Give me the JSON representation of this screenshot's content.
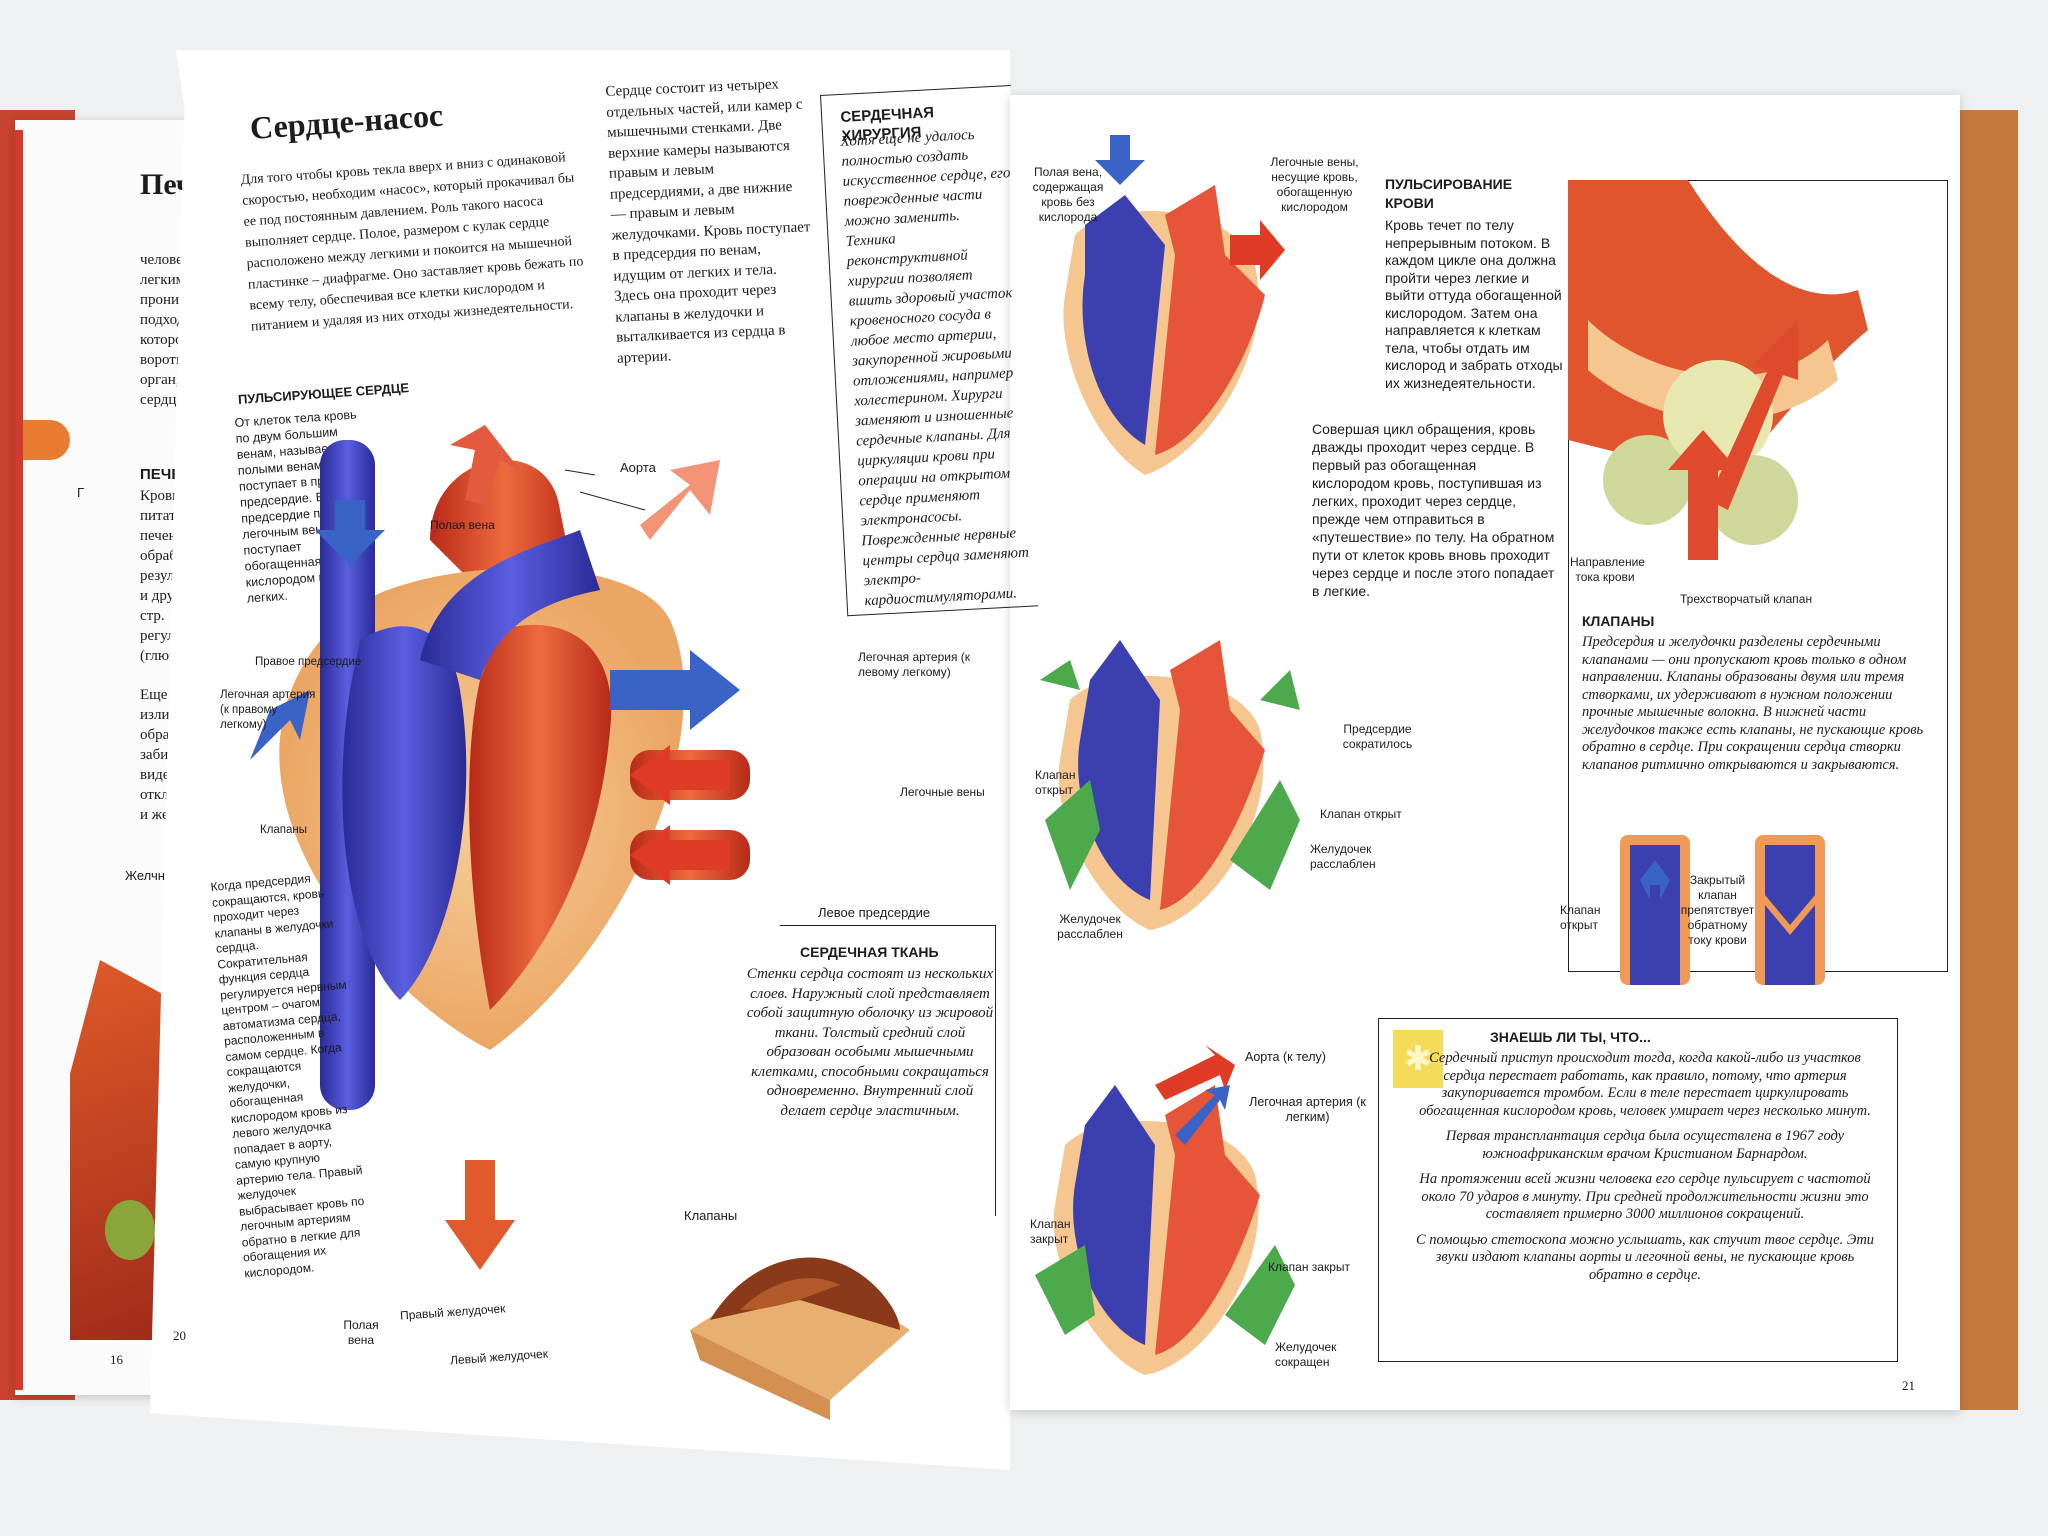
{
  "left_back": {
    "title": "Печень",
    "lines": [
      "Печень",
      "человеч",
      "легкими",
      "прониза",
      "подходи",
      "котором",
      "воротна",
      "орган, ч",
      "сердца"
    ],
    "sub_heading": "ПЕЧЕН",
    "sub_lines": [
      "Кровь",
      "питате",
      "печень",
      "обрабо",
      "резуль",
      "и друг",
      "стр.",
      "регул",
      "(глюко"
    ],
    "sub_lines2": [
      "Еще",
      "излиш",
      "обра",
      "забир",
      "виде",
      "откла",
      "и же"
    ],
    "bottom_label": "Желчн",
    "page_number": "16",
    "mid_letter": "Г"
  },
  "left_page": {
    "title": "Сердце-насос",
    "intro": "Для того чтобы кровь текла вверх и вниз с одинаковой скоростью, необходим «насос», который прокачивал бы ее под постоянным давлением. Роль такого насоса выполняет сердце. Полое, размером с кулак сердце расположено между легкими и покоится на мышечной пластинке – диафрагме. Оно заставляет кровь бежать по всему телу, обеспечивая все клетки кислородом и питанием и удаляя из них отходы жизнедеятельности.",
    "column2": "Сердце состоит из четырех отдельных частей, или камер с мышечными стенками. Две верхние камеры называются правым и левым предсердиями, а две нижние — правым и левым желудочками. Кровь поступает в предсердия по венам, идущим от легких и тела. Здесь она проходит через клапаны в желудочки и выталкивается из сердца в артерии.",
    "surgery_heading": "СЕРДЕЧНАЯ ХИРУРГИЯ",
    "surgery_text": "Хотя еще не удалось полностью создать искусственное сердце, его поврежденные части можно заменить. Техника реконструктивной хирургии позволяет вшить здоровый участок кровеносного сосуда в любое место артерии, закупоренной жировыми отложениями, например холестерином. Хирурги заменяют и изношенные сердечные клапаны. Для циркуляции крови при операции на открытом сердце применяют электронасосы. Поврежденные нервные центры сердца заменяют электро-кардиостимуляторами.",
    "pulse_heading": "ПУЛЬСИРУЮЩЕЕ СЕРДЦЕ",
    "pulse_text": "От клеток тела кровь по двум большим венам, называемым полыми венами, поступает в правое предсердие. В левое предсердие по легочным венам поступает обогащенная кислородом кровь из легких.",
    "contract_text": "Когда предсердия сокращаются, кровь проходит через клапаны в желудочки сердца. Сократительная функция сердца регулируется нервным центром – очагом автоматизма сердца, расположенным в самом сердце. Когда сокращаются желудочки, обогащенная кислородом кровь из левого желудочка попадает в аорту, самую крупную артерию тела. Правый желудочек выбрасывает кровь по легочным артериям обратно в легкие для обогащения их кислородом.",
    "tissue_heading": "СЕРДЕЧНАЯ ТКАНЬ",
    "tissue_text": "Стенки сердца состоят из нескольких слоев. Наружный слой представляет собой защитную оболочку из жировой ткани. Толстый средний слой образован особыми мышечными клетками, способными сокращаться одновременно. Внутренний слой делает сердце эластичным.",
    "labels": {
      "aorta": "Аорта",
      "vena": "Полая вена",
      "right_atrium": "Правое предсердие",
      "pulm_artery_right": "Легочная артерия (к правому легкому)",
      "pulm_artery_left": "Легочная артерия (к левому легкому)",
      "pulm_veins": "Легочные вены",
      "valves": "Клапаны",
      "left_atrium": "Левое предсердие",
      "valves2": "Клапаны",
      "vena_bottom": "Полая вена",
      "right_ventricle": "Правый желудочек",
      "left_ventricle": "Левый желудочек"
    },
    "page_number": "20"
  },
  "right_page": {
    "d1_labels": {
      "vena": "Полая вена, содержащая кровь без кислорода",
      "pulm": "Легочные вены, несущие кровь, обогащенную кислородом"
    },
    "flow_heading": "ПУЛЬСИРОВАНИЕ КРОВИ",
    "flow_text": "Кровь течет по телу непрерывным потоком. В каждом цикле она должна пройти через легкие и выйти оттуда обогащенной кислородом. Затем она направляется к клеткам тела, чтобы отдать им кислород и забрать отходы их жизнедеятельности.",
    "flow_text2": "Совершая цикл обращения, кровь дважды проходит через сердце. В первый раз обогащенная кислородом кровь, поступившая из легких, проходит через сердце, прежде чем отправиться в «путешествие» по телу. На обратном пути от клеток кровь вновь проходит через сердце и после этого попадает в легкие.",
    "valve_img_labels": {
      "direction": "Направление тока крови",
      "tricuspid": "Трехстворчатый клапан"
    },
    "valves_heading": "КЛАПАНЫ",
    "valves_text": "Предсердия и желудочки разделены сердечными клапанами — они пропускают кровь только в одном направлении. Клапаны образованы двумя или тремя створками, их удерживают в нужном положении прочные мышечные волокна. В нижней части желудочков также есть клапаны, не пускающие кровь обратно в сердце. При сокращении сердца створки клапанов ритмично открываются и закрываются.",
    "valve_small": {
      "open": "Клапан открыт",
      "closed": "Закрытый клапан препятствует обратному току крови"
    },
    "d2_labels": {
      "atria": "Предсердие сократилось",
      "valve_open_l": "Клапан открыт",
      "valve_open_r": "Клапан открыт",
      "ventricle_rel_r": "Желудочек расслаблен",
      "ventricle_rel_l": "Желудочек расслаблен"
    },
    "d3_labels": {
      "aorta": "Аорта (к телу)",
      "pulm": "Легочная артерия (к легким)",
      "valve_closed_l": "Клапан закрыт",
      "valve_closed_r": "Клапан закрыт",
      "ventricle": "Желудочек сокращен"
    },
    "know_heading": "ЗНАЕШЬ ЛИ ТЫ, ЧТО...",
    "know_items": [
      "Сердечный приступ происходит тогда, когда какой-либо из участков сердца перестает работать, как правило, потому, что артерия закупоривается тромбом. Если в теле перестает циркулировать обогащенная кислородом кровь, человек умирает через несколько минут.",
      "Первая трансплантация сердца была осуществлена в 1967 году южноафриканским врачом Кристианом Барнардом.",
      "На протяжении всей жизни человека его сердце пульсирует с частотой около 70 ударов в минуту. При средней продолжительности жизни это составляет примерно 3000 миллионов сокращений.",
      "С помощью стетоскопа можно услышать, как стучит твое сердце. Эти звуки издают клапаны аорты и легочной вены, не пускающие кровь обратно в сердце."
    ],
    "page_number": "21"
  },
  "colors": {
    "red": "#e0432a",
    "blue": "#3b3fb0",
    "orange": "#f0a060",
    "green": "#4caa4c",
    "tissue": "#f6c690"
  }
}
